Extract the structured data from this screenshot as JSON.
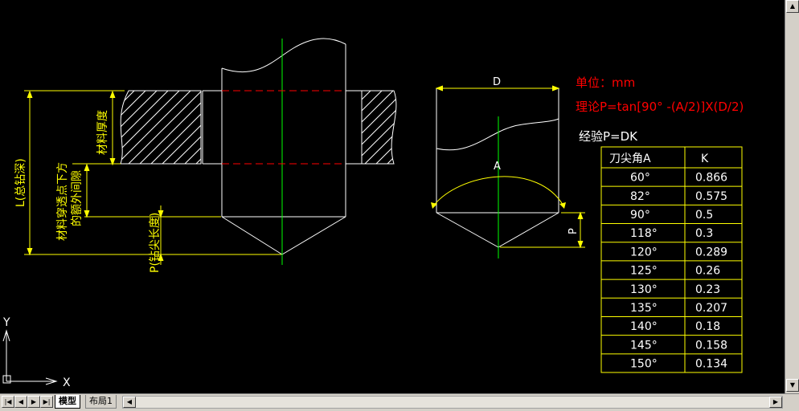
{
  "colors": {
    "white": "#ffffff",
    "yellow": "#ffff00",
    "red": "#ff0000",
    "green": "#00ff00",
    "background": "#000000"
  },
  "labels": {
    "material_thickness": "材料厚度",
    "total_depth": "L(总钻深)",
    "extra_gap_line1": "材料穿透点下方",
    "extra_gap_line2": "的额外间隙",
    "tip_length": "P(钻尖长度)",
    "dim_d": "D",
    "angle_a": "A",
    "dim_p": "P"
  },
  "formulas": {
    "unit": "单位：mm",
    "theory": "理论P=tan[90° -(A/2)]X(D/2)",
    "empirical": "经验P=DK"
  },
  "table": {
    "headers": [
      "刀尖角A",
      "K"
    ],
    "rows": [
      [
        "60°",
        "0.866"
      ],
      [
        "82°",
        "0.575"
      ],
      [
        "90°",
        "0.5"
      ],
      [
        "118°",
        "0.3"
      ],
      [
        "120°",
        "0.289"
      ],
      [
        "125°",
        "0.26"
      ],
      [
        "130°",
        "0.23"
      ],
      [
        "135°",
        "0.207"
      ],
      [
        "140°",
        "0.18"
      ],
      [
        "145°",
        "0.158"
      ],
      [
        "150°",
        "0.134"
      ]
    ]
  },
  "ucs": {
    "x_label": "X",
    "y_label": "Y"
  },
  "tabs": {
    "model": "模型",
    "layout1": "布局1"
  },
  "icons": {
    "first": "nav-first-icon",
    "prev": "nav-prev-icon",
    "next": "nav-next-icon",
    "last": "nav-last-icon"
  }
}
